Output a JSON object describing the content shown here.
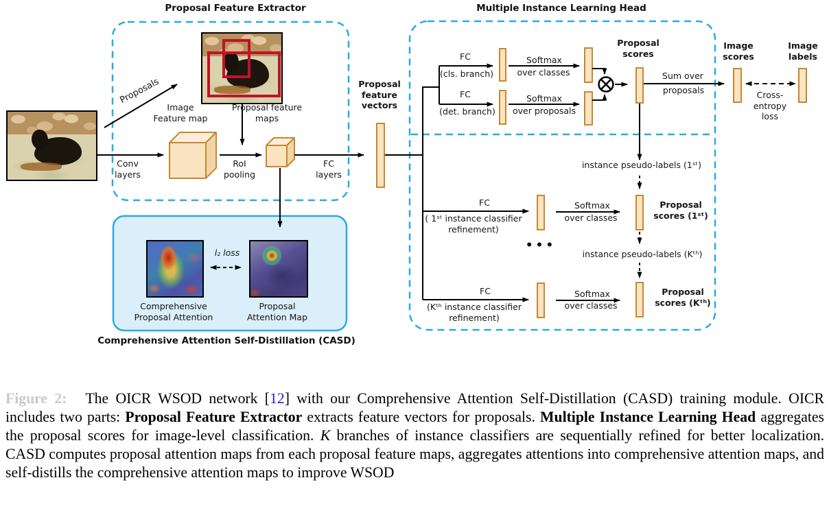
{
  "colors": {
    "accent_cyan": "#29ABE2",
    "casd_fill": "#DAEFF9",
    "bar_fill": "#FAE4C2",
    "bar_stroke": "#C8872E",
    "proposal_red": "#C11228",
    "citation_blue": "#1b1be8"
  },
  "pfe": {
    "title": "Proposal Feature Extractor",
    "proposals_arrow": "Proposals",
    "conv_layers": "Conv\nlayers",
    "image_feature_map": "Image\nFeature map",
    "roi_pooling": "RoI\npooling",
    "proposal_feature_maps": "Proposal feature\nmaps",
    "fc_layers": "FC\nlayers"
  },
  "pfv_label": "Proposal\nfeature\nvectors",
  "mil": {
    "title": "Multiple Instance Learning Head",
    "fc_cls": "FC",
    "cls_branch": "(cls. branch)",
    "fc_det": "FC",
    "det_branch": "(det. branch)",
    "softmax": "Softmax",
    "over_classes": "over classes",
    "over_proposals": "over proposals",
    "proposal_scores": "Proposal\nscores",
    "sum_over": "Sum over",
    "sum_proposals": "proposals",
    "pseudo_1": "instance pseudo-labels (1ˢᵗ)",
    "fc_ref1": "FC",
    "ref1": "( 1ˢᵗ instance classifier\nrefinement)",
    "softmax_1": "Softmax",
    "over_classes_1": "over classes",
    "proposal_scores_1": "Proposal\nscores (1ˢᵗ)",
    "ellipsis": "•••",
    "pseudo_K": "instance pseudo-labels (Kᵗʰ)",
    "fc_refK": "FC",
    "refK": "(Kᵗʰ instance classifier\nrefinement)",
    "softmax_K": "Softmax",
    "over_classes_K": "over classes",
    "proposal_scores_K": "Proposal\nscores (Kᵗʰ)"
  },
  "outputs": {
    "image_scores": "Image\nscores",
    "image_labels": "Image\nlabels",
    "cross_entropy": "Cross-\nentropy\nloss"
  },
  "casd": {
    "l2_loss": "l₂ loss",
    "comprehensive_attention": "Comprehensive\nProposal Attention",
    "proposal_attention": "Proposal\nAttention Map",
    "title": "Comprehensive Attention Self-Distillation (CASD)"
  },
  "caption": {
    "segments": [
      {
        "style": "faded",
        "name": "figure-number",
        "text": "Figure 2:"
      },
      {
        "style": "normal",
        "name": "caption-text",
        "text": "The OICR WSOD network ["
      },
      {
        "style": "link",
        "name": "citation-12",
        "text": "12"
      },
      {
        "style": "normal",
        "name": "caption-text",
        "text": "] with our Comprehensive Attention Self-Distillation (CASD) training module. OICR includes two parts: "
      },
      {
        "style": "bold",
        "name": "caption-bold-pfe",
        "text": "Proposal Feature Extractor"
      },
      {
        "style": "normal",
        "name": "caption-text",
        "text": " extracts feature vectors for proposals. "
      },
      {
        "style": "bold",
        "name": "caption-bold-mil",
        "text": "Multiple Instance Learning Head"
      },
      {
        "style": "normal",
        "name": "caption-text",
        "text": " aggregates the proposal scores for image-level classification. "
      },
      {
        "style": "italic",
        "name": "caption-K",
        "text": "K"
      },
      {
        "style": "normal",
        "name": "caption-text",
        "text": " branches of instance classifiers are sequentially refined for better localization. CASD computes proposal attention maps from each proposal feature maps, aggregates attentions into comprehensive attention maps, and self-distills the comprehensive attention maps to improve WSOD"
      }
    ]
  }
}
